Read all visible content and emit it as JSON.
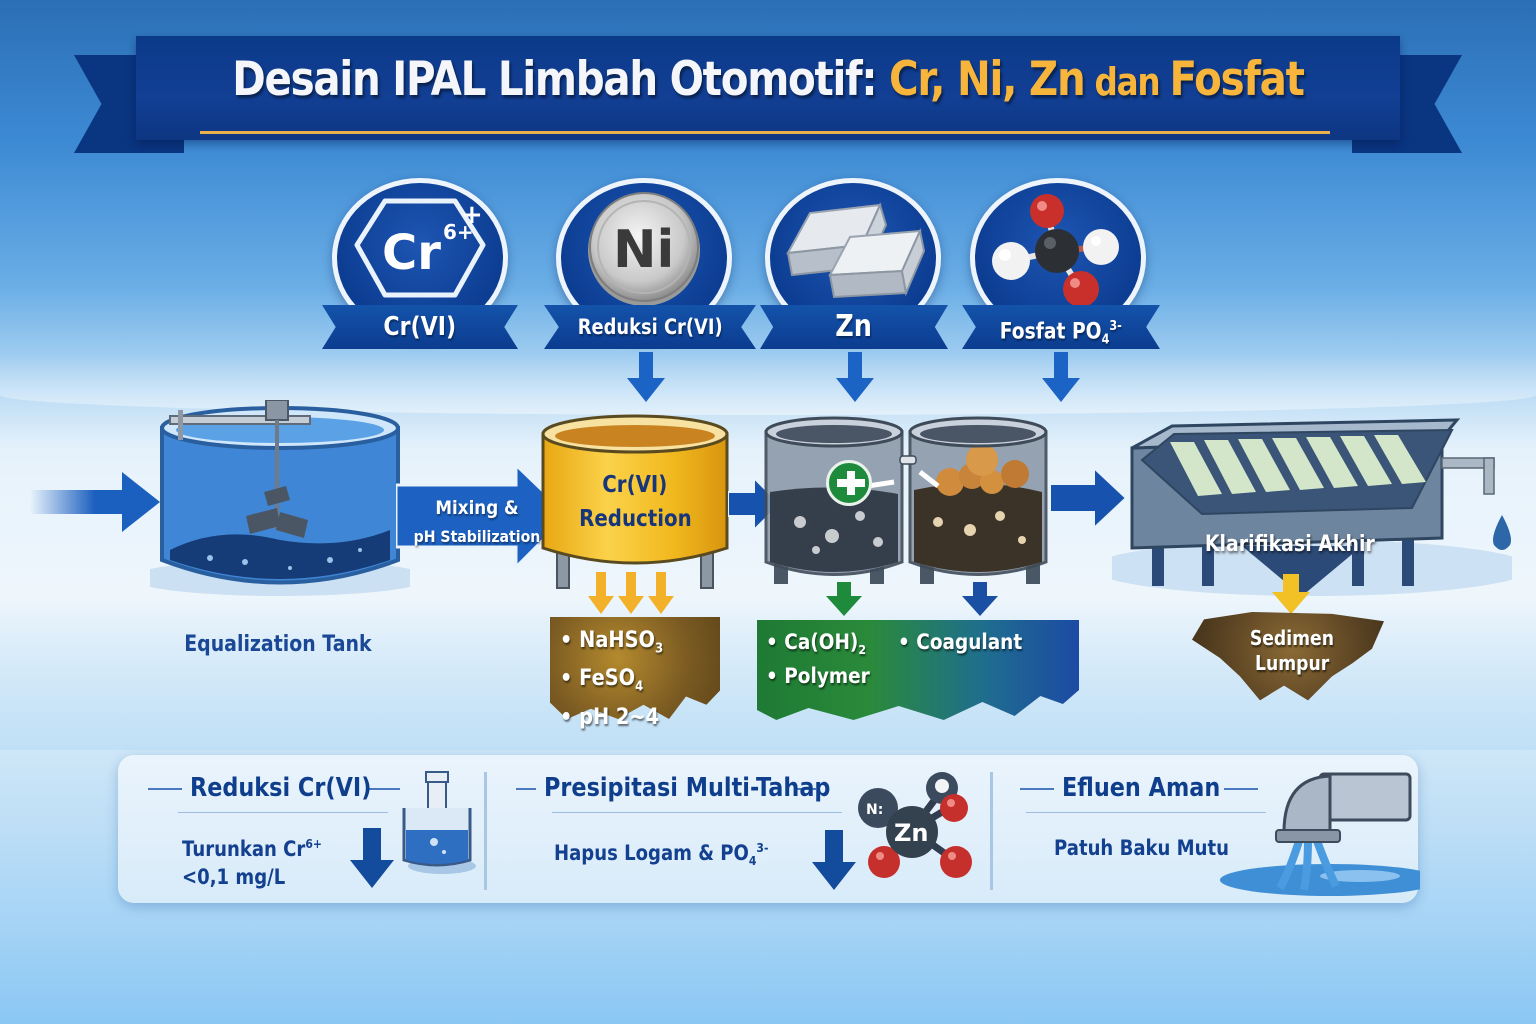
{
  "title": {
    "prefix": "Desain IPAL Limbah Otomotif: ",
    "highlight_1": "Cr, Ni, Zn",
    "connector": " dan ",
    "highlight_2": "Fosfat"
  },
  "colors": {
    "ribbon": "#0c3a8a",
    "title_text": "#f4f6fa",
    "title_highlight": "#f7b53b",
    "accent_blue": "#1b5fbf",
    "label_dark_blue": "#1b4896",
    "reduction_tank_yellow": "#f2b91f",
    "green_arrow": "#1d8a3c",
    "gold_arrow": "#f2b129"
  },
  "contaminants": [
    {
      "id": "cr",
      "icon": "cr6-hexagon-icon",
      "icon_text": "Cr",
      "icon_sup": "6+",
      "label": "Cr(VI)"
    },
    {
      "id": "ni",
      "icon": "nickel-coin-icon",
      "icon_text": "Ni",
      "label": "Reduksi Cr(VI)"
    },
    {
      "id": "zn",
      "icon": "zinc-ingots-icon",
      "label": "Zn"
    },
    {
      "id": "po4",
      "icon": "phosphate-molecule-icon",
      "label_main": "Fosfat PO",
      "label_sub": "4",
      "label_sup": "3-"
    }
  ],
  "process": {
    "equalization": {
      "label": "Equalization Tank",
      "icon": "mixing-tank-icon"
    },
    "mixing_arrow": {
      "line1": "Mixing &",
      "line2": "pH Stabilization"
    },
    "reduction": {
      "line1": "Cr(VI)",
      "line2": "Reduction",
      "icon": "yellow-reactor-tank-icon",
      "chemicals": [
        {
          "bullet": "•",
          "text": "NaHSO",
          "sub": "3"
        },
        {
          "bullet": "•",
          "text": "FeSO",
          "sub": "4"
        },
        {
          "bullet": "•",
          "text": "pH 2~4"
        }
      ]
    },
    "precipitation": {
      "icon": "twin-precipitation-tanks-icon",
      "plus_icon": "plus-icon",
      "chemicals": [
        {
          "bullet": "•",
          "text": "Ca(OH)",
          "sub": "2"
        },
        {
          "bullet": "•",
          "text": "Coagulant"
        },
        {
          "bullet": "•",
          "text": "Polymer"
        }
      ]
    },
    "clarifier": {
      "label": "Klarifikasi Akhir",
      "icon": "lamella-clarifier-icon",
      "sludge_line1": "Sedimen",
      "sludge_line2": "Lumpur"
    }
  },
  "summary": [
    {
      "title": "Reduksi Cr(VI)",
      "line1_text": "Turunkan Cr",
      "line1_sup": "6+",
      "line2": "<0,1 mg/L",
      "icon": "beaker-icon"
    },
    {
      "title": "Presipitasi Multi-Tahap",
      "line1_text": "Hapus Logam & PO",
      "line1_sub": "4",
      "line1_sup": "3-",
      "icon": "zinc-molecule-icon",
      "molecule_labels": [
        "N:",
        "Zn"
      ]
    },
    {
      "title": "Efluen Aman",
      "line1_text": "Patuh Baku Mutu",
      "icon": "outlet-pipe-water-icon"
    }
  ]
}
